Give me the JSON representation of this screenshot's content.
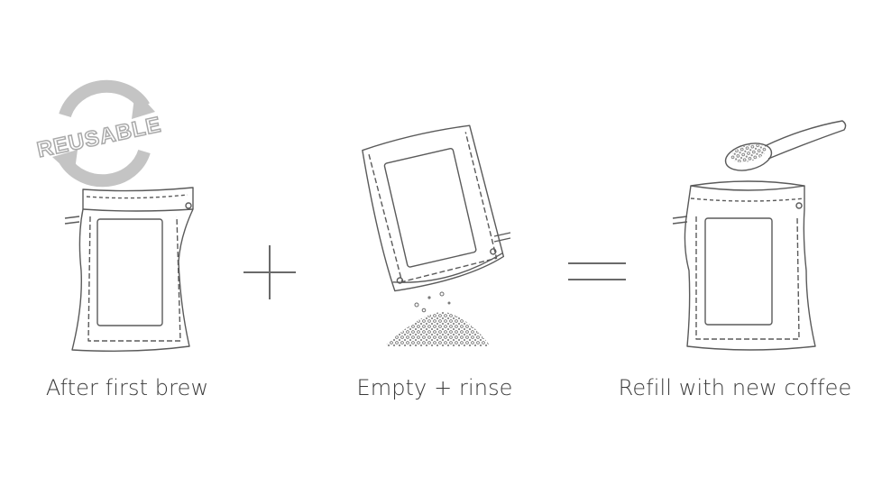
{
  "badge": {
    "text": "REUSABLE"
  },
  "steps": [
    {
      "label": "After first brew"
    },
    {
      "label": "Empty + rinse"
    },
    {
      "label": "Refill with new coffee"
    }
  ],
  "operators": {
    "plus": "+",
    "equals": "="
  },
  "colors": {
    "line": "#5a5a5a",
    "badge": "#b9b9b9",
    "text": "#3a3a3a"
  }
}
